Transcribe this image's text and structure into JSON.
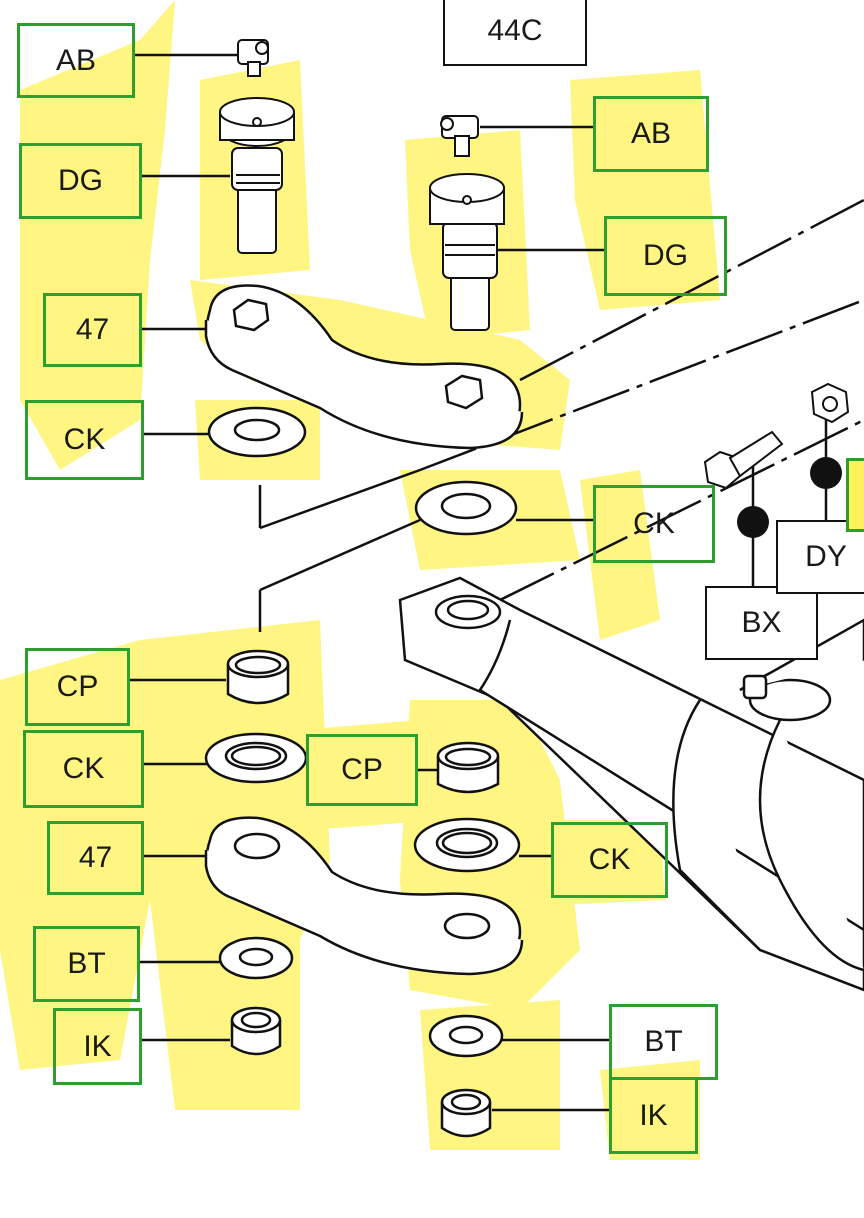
{
  "colors": {
    "highlight": "#fff25a",
    "callout_border": "#2e9e2e",
    "plain_border": "#111111",
    "line": "#111111"
  },
  "callouts": {
    "title": "44C",
    "ab_1": "AB",
    "ab_2": "AB",
    "dg_1": "DG",
    "dg_2": "DG",
    "n47_1": "47",
    "n47_2": "47",
    "ck_1": "CK",
    "ck_2": "CK",
    "ck_3": "CK",
    "ck_4": "CK",
    "cp_1": "CP",
    "cp_2": "CP",
    "bt_1": "BT",
    "bt_2": "BT",
    "ik_1": "IK",
    "ik_2": "IK",
    "dy": "DY",
    "bx": "BX"
  }
}
